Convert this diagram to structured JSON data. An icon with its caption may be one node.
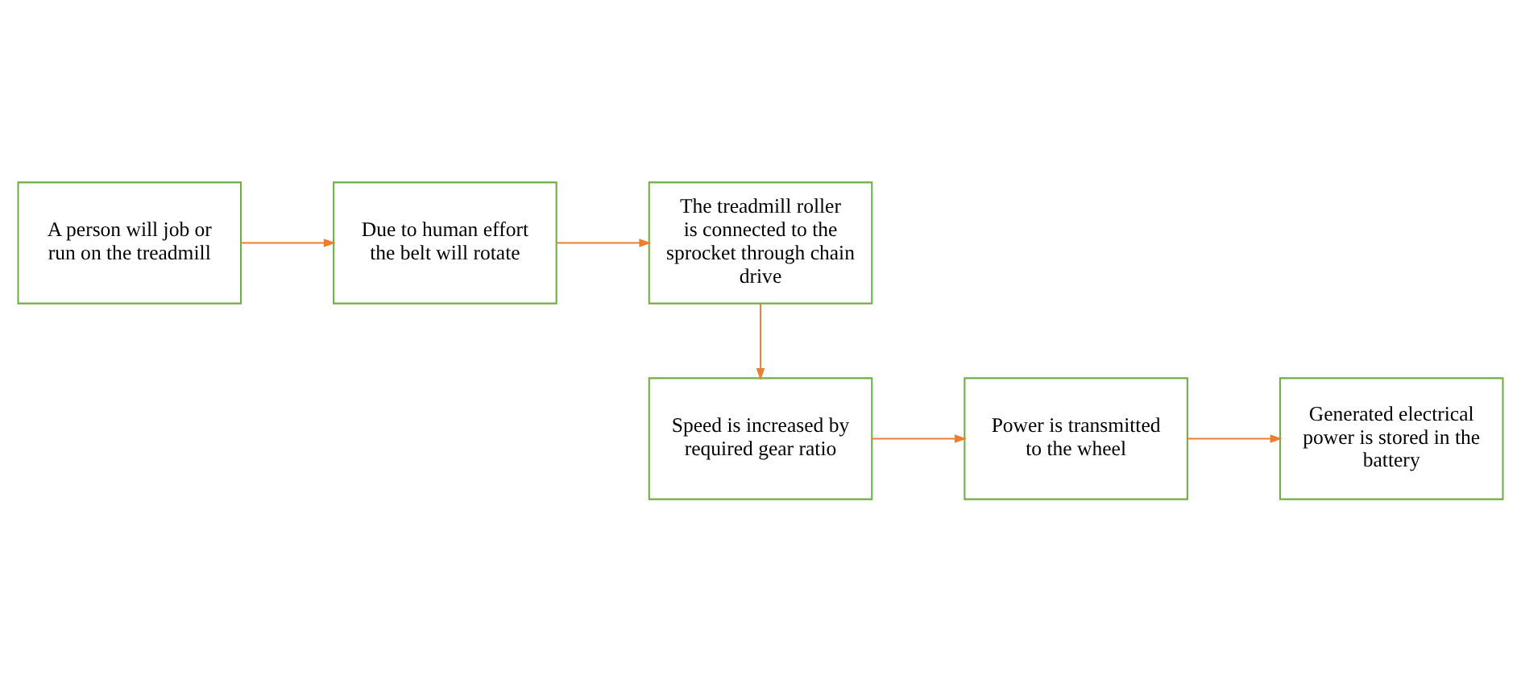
{
  "diagram": {
    "nodes": [
      {
        "text": [
          "A person will job or run on the treadmill"
        ]
      },
      {
        "text": [
          "Due to human effort the belt will rotate"
        ]
      },
      {
        "text": [
          "The treadmill roller is connected to the sprocket through chain drive"
        ]
      },
      {
        "text": [
          "Speed is increased by required gear ratio"
        ]
      },
      {
        "text": [
          "Power is transmitted to the wheel"
        ]
      },
      {
        "text": [
          "Generated electrical power is stored in the battery"
        ]
      }
    ],
    "edges": [
      {
        "from": 0,
        "to": 1,
        "arrow": "to"
      },
      {
        "from": 1,
        "to": 2,
        "arrow": "to"
      },
      {
        "from": 2,
        "to": 3,
        "arrow": "to"
      },
      {
        "from": 3,
        "to": 4,
        "arrow": "to"
      },
      {
        "from": 4,
        "to": 5,
        "arrow": "to"
      }
    ]
  }
}
